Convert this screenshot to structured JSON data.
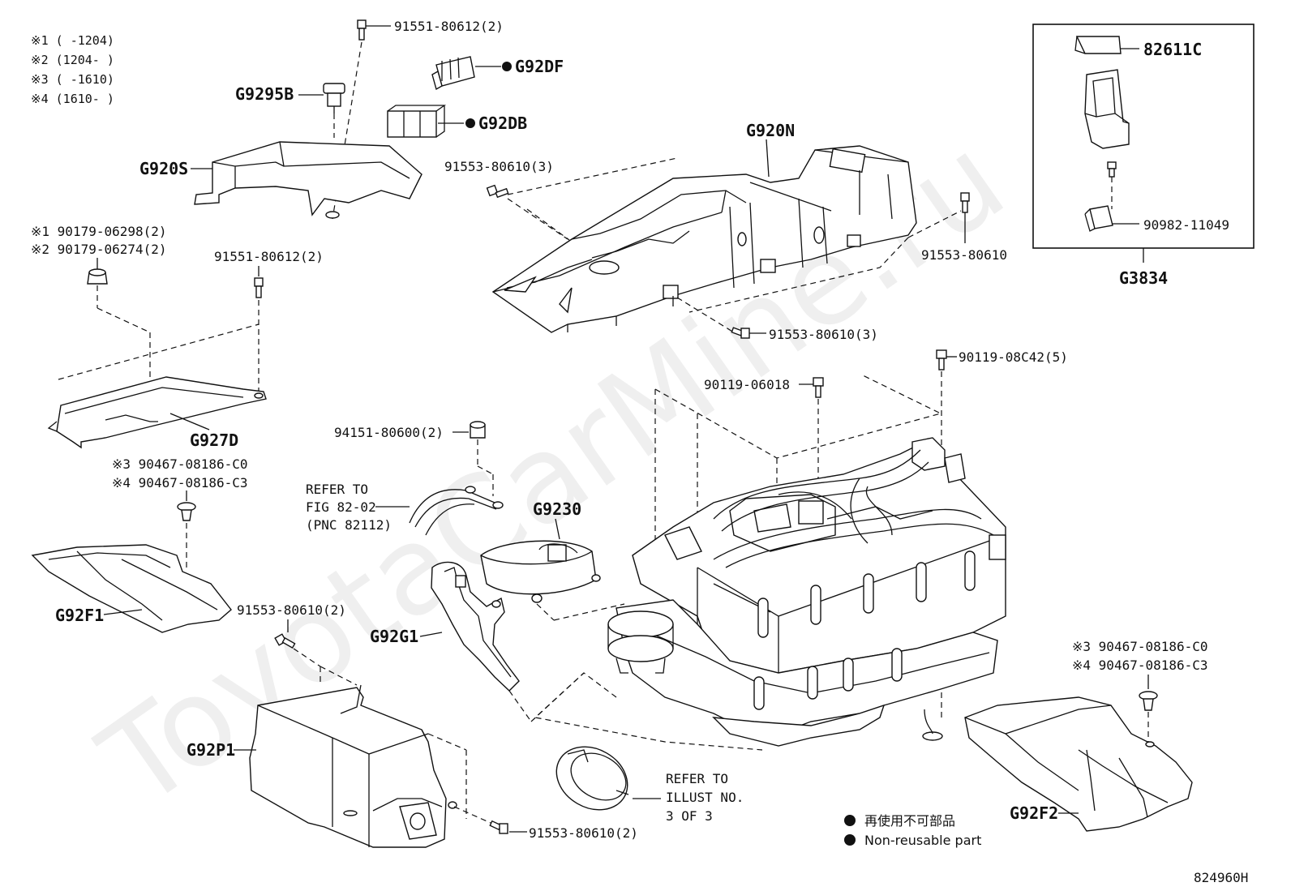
{
  "notes": [
    "※1 (       -1204)",
    "※2 (1204-       )",
    "※3 (       -1610)",
    "※4 (1610-       )"
  ],
  "parts": {
    "p_91551_80612_2_top": "91551-80612(2)",
    "p_G92DF": "G92DF",
    "p_G92DB": "G92DB",
    "p_G9295B": "G9295B",
    "p_G920S": "G920S",
    "p_91553_80610_3_a": "91553-80610(3)",
    "p_G920N": "G920N",
    "p_91553_80610_a": "91553-80610",
    "p_82611C": "82611C",
    "p_90982_11049": "90982-11049",
    "p_G3834": "G3834",
    "p_n1_90179_06298": "※1 90179-06298(2)",
    "p_n2_90179_06274": "※2 90179-06274(2)",
    "p_91551_80612_2_mid": "91551-80612(2)",
    "p_G927D": "G927D",
    "p_91553_80610_3_b": "91553-80610(3)",
    "p_90119_08C42": "90119-08C42(5)",
    "p_90119_06018": "90119-06018",
    "p_94151_80600": "94151-80600(2)",
    "p_n3_a": "※3 90467-08186-C0",
    "p_n4_a": "※4 90467-08186-C3",
    "p_G9230": "G9230",
    "p_G92F1": "G92F1",
    "p_91553_80610_2_a": "91553-80610(2)",
    "p_G92G1": "G92G1",
    "p_G92P1": "G92P1",
    "p_91553_80610_2_b": "91553-80610(2)",
    "p_n3_b": "※3 90467-08186-C0",
    "p_n4_b": "※4 90467-08186-C3",
    "p_G92F2": "G92F2"
  },
  "refers": {
    "refer_fig_1": "REFER TO",
    "refer_fig_2": "FIG 82-02",
    "refer_fig_3": "(PNC 82112)",
    "refer_illust_1": "REFER TO",
    "refer_illust_2": "ILLUST NO.",
    "refer_illust_3": "3 OF 3"
  },
  "legend": {
    "jp": "再使用不可部品",
    "en": "Non-reusable part"
  },
  "watermark": "ToyotaCarMine.ru",
  "figure_id": "824960H"
}
